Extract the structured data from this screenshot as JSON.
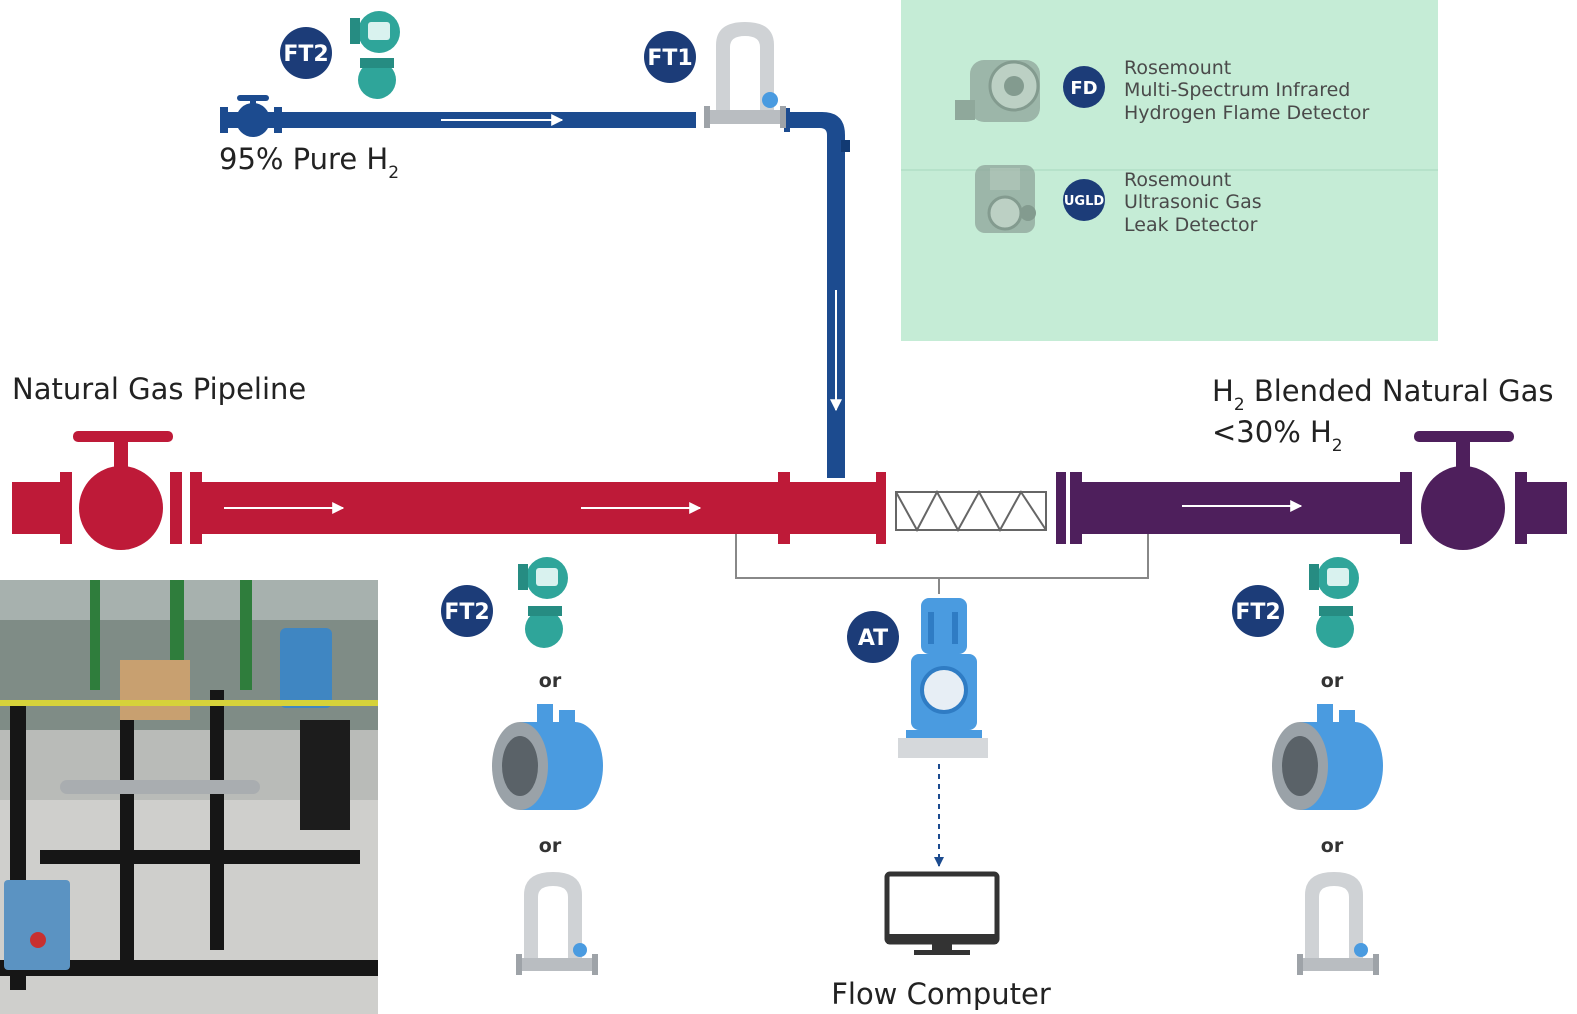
{
  "legend": {
    "items": [
      {
        "tag": "FD",
        "lines": [
          "Rosemount",
          "Multi-Spectrum Infrared",
          "Hydrogen Flame Detector"
        ],
        "icon": "flame-detector-icon"
      },
      {
        "tag": "UGLD",
        "lines": [
          "Rosemount",
          "Ultrasonic Gas",
          "Leak Detector"
        ],
        "icon": "ultrasonic-gas-leak-detector-icon"
      }
    ],
    "background": "#c5ecd6"
  },
  "labels": {
    "h2_source": "95% Pure H",
    "h2_source_sub": "2",
    "ng_pipeline": "Natural Gas Pipeline",
    "blended_line1_pre": "H",
    "blended_line1_sub": "2",
    "blended_line1_post": " Blended Natural Gas",
    "blended_line2_pre": "<30% H",
    "blended_line2_sub": "2",
    "flow_computer": "Flow Computer",
    "or": "or"
  },
  "tags": {
    "ft1": "FT1",
    "ft2": "FT2",
    "at": "AT",
    "fd": "FD",
    "ugld": "UGLD"
  },
  "colors": {
    "h2_pipe": "#1c4b8f",
    "ng_pipe": "#be1a38",
    "blend_pipe": "#4e1f5c",
    "tag_fill": "#1c3c78",
    "instrument_teal": "#2fa59a",
    "instrument_blue": "#4a9be0",
    "coriolis_grey": "#cfd2d5"
  }
}
